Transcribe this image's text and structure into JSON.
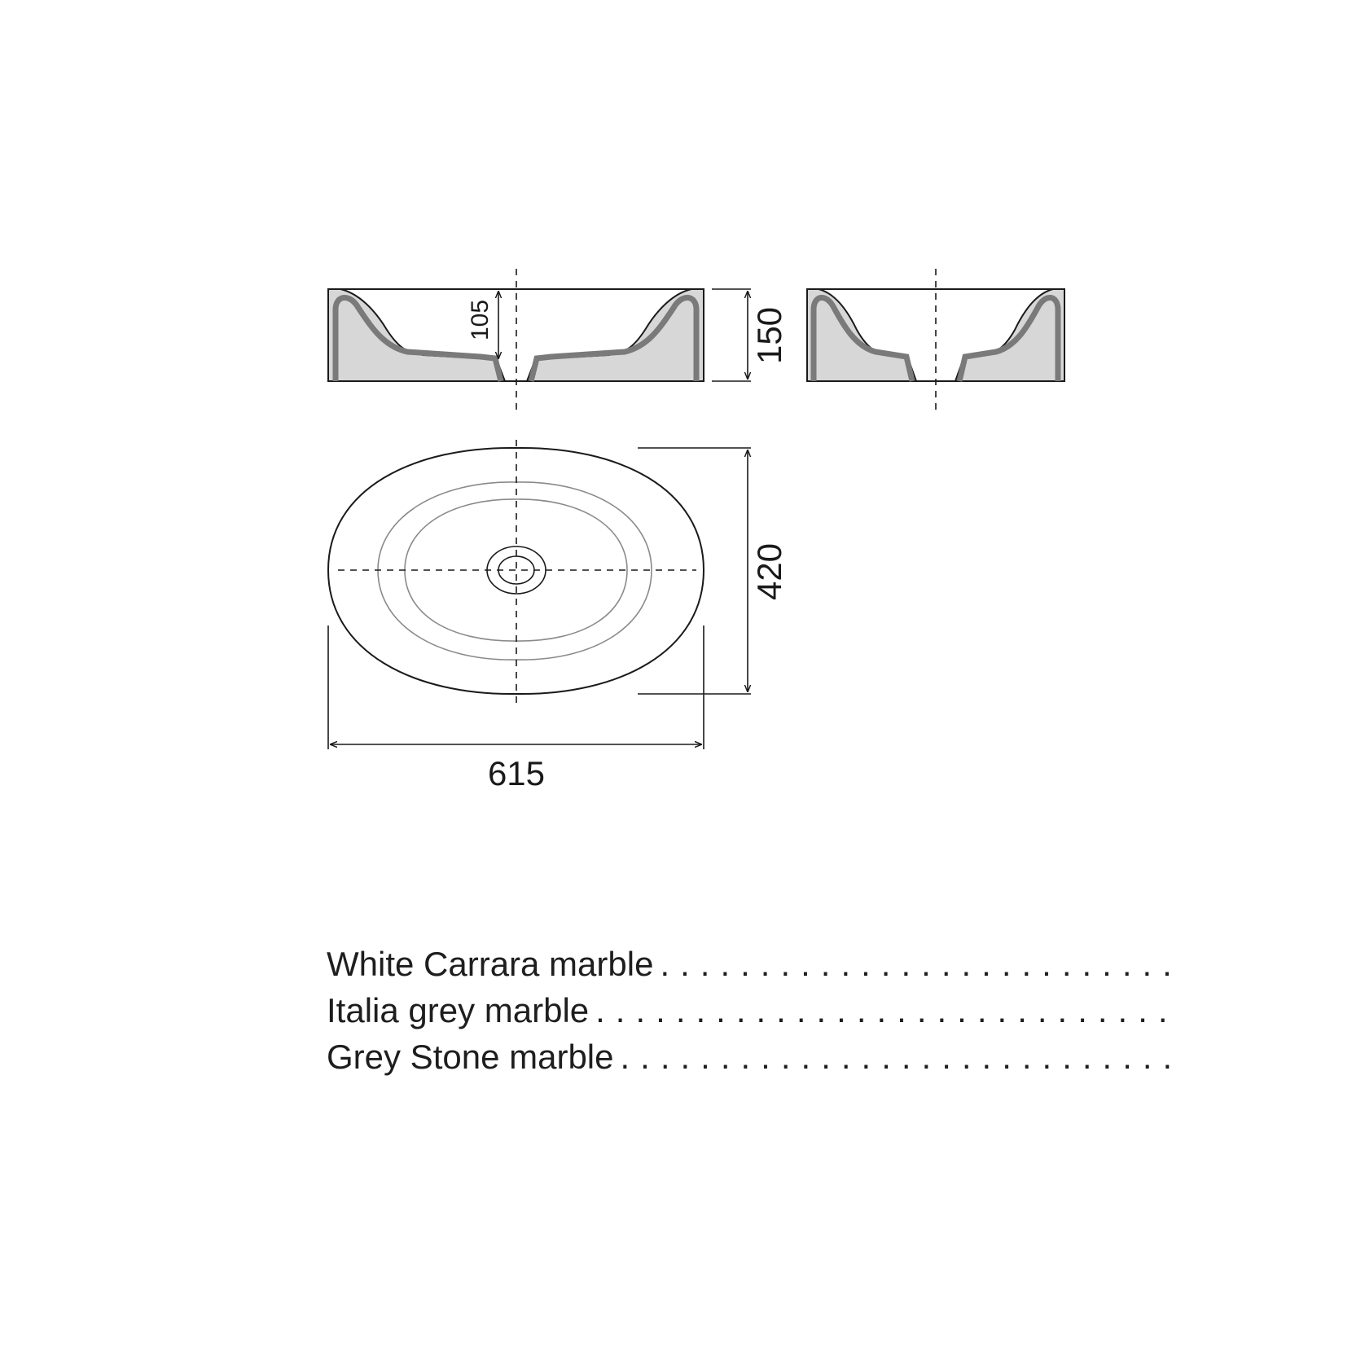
{
  "dimensions": {
    "height_total": "150",
    "inner_depth": "105",
    "width": "615",
    "depth": "420"
  },
  "materials": [
    {
      "label": "White Carrara marble"
    },
    {
      "label": "Italia grey marble"
    },
    {
      "label": "Grey Stone marble"
    }
  ],
  "colors": {
    "line": "#1a1a1a",
    "section_fill": "#d7d7d7",
    "section_wall": "#7a7a7a"
  }
}
